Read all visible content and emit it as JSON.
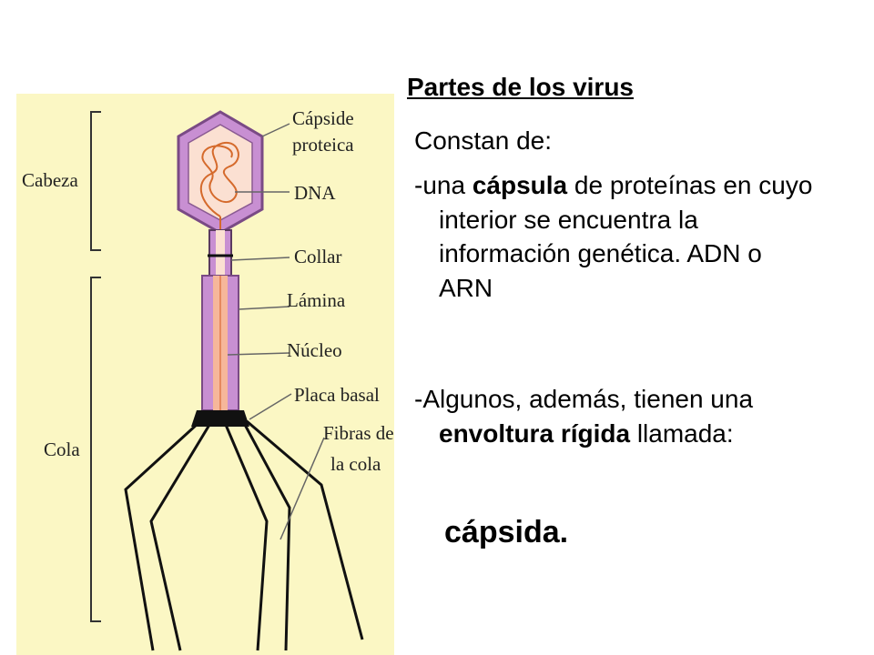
{
  "diagram": {
    "groups": {
      "head": "Cabeza",
      "tail": "Cola"
    },
    "labels": {
      "capsid_line1": "Cápside",
      "capsid_line2": "proteica",
      "dna": "DNA",
      "collar": "Collar",
      "sheath": "Lámina",
      "core": "Núcleo",
      "base_plate": "Placa basal",
      "fibers_line1": "Fibras de",
      "fibers_line2": "la cola"
    },
    "colors": {
      "background": "#fbf7c4",
      "capsid_fill": "#c88fd2",
      "capsid_inner": "#fbe0d2",
      "dna_strand": "#d56a2c",
      "base_plate": "#111111"
    }
  },
  "text": {
    "title": "Partes de  los virus",
    "intro": "Constan de:",
    "item1_pre": "-una ",
    "item1_bold": "cápsula",
    "item1_post": " de proteínas en cuyo interior se encuentra la información genética. ADN o ARN",
    "item2_pre": "-Algunos, además, tienen una ",
    "item2_bold1": "envoltura",
    "item2_mid": " ",
    "item2_bold2": "rígida",
    "item2_post": "  llamada:",
    "highlight": "cápsida."
  }
}
